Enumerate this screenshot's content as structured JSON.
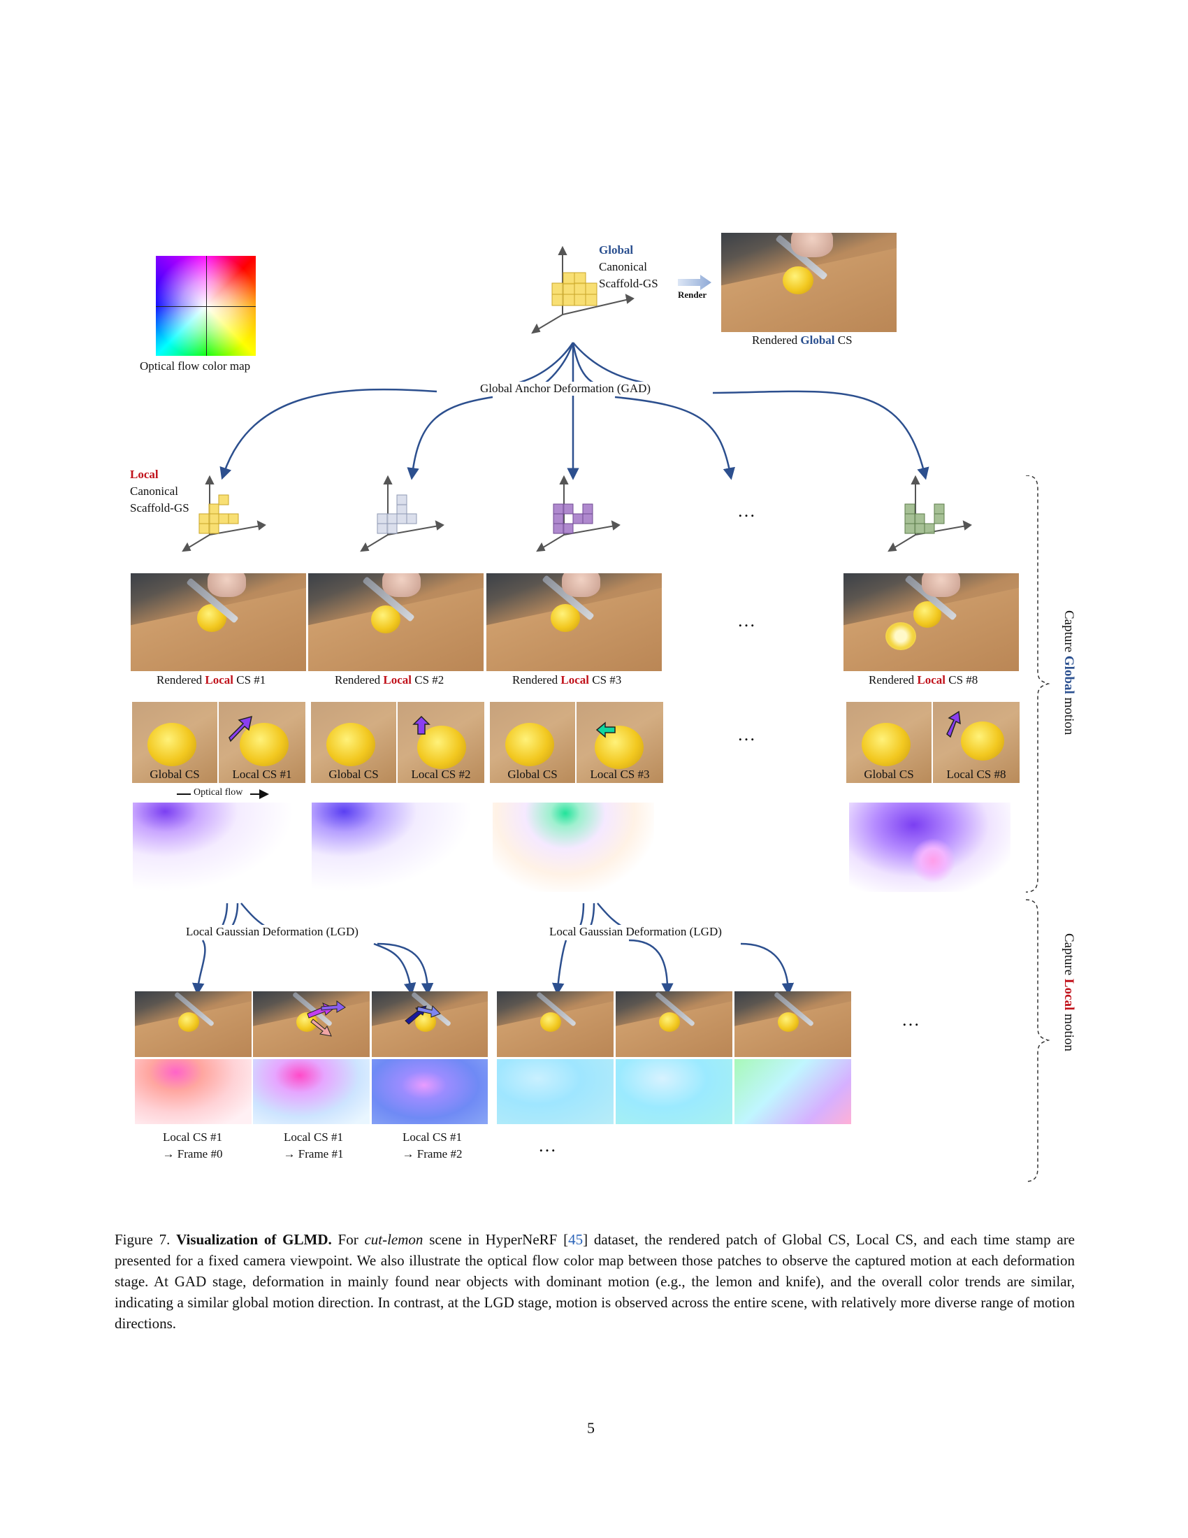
{
  "colormap_label": "Optical flow color map",
  "global_label": {
    "word": "Global",
    "line2": "Canonical",
    "line3": "Scaffold-GS"
  },
  "render_label": "Render",
  "rendered_global": {
    "prefix": "Rendered ",
    "word": "Global",
    "suffix": " CS"
  },
  "gad_label": "Global Anchor Deformation (GAD)",
  "local_label": {
    "word": "Local",
    "line2": "Canonical",
    "line3": "Scaffold-GS"
  },
  "ellipsis": "…",
  "rendered_local": [
    {
      "prefix": "Rendered ",
      "word": "Local",
      "suffix": " CS #1"
    },
    {
      "prefix": "Rendered ",
      "word": "Local",
      "suffix": " CS #2"
    },
    {
      "prefix": "Rendered ",
      "word": "Local",
      "suffix": " CS #3"
    },
    {
      "prefix": "Rendered ",
      "word": "Local",
      "suffix": " CS #8"
    }
  ],
  "zoom_pairs": [
    {
      "a": "Global CS",
      "b": "Local CS #1"
    },
    {
      "a": "Global CS",
      "b": "Local CS #2"
    },
    {
      "a": "Global CS",
      "b": "Local CS #3"
    },
    {
      "a": "Global CS",
      "b": "Local CS #8"
    }
  ],
  "optical_flow_label": "Optical flow",
  "lgd_label": "Local Gaussian Deformation (LGD)",
  "frame_labels": [
    {
      "l1": "Local CS #1",
      "l2": "→ Frame #0"
    },
    {
      "l1": "Local CS #1",
      "l2": "→ Frame #1"
    },
    {
      "l1": "Local CS #1",
      "l2": "→ Frame #2"
    }
  ],
  "side_global": {
    "prefix": "Capture ",
    "word": "Global",
    "suffix": " motion"
  },
  "side_local": {
    "prefix": "Capture ",
    "word": "Local",
    "suffix": " motion"
  },
  "caption": {
    "fig": "Figure 7.",
    "title": "Visualization of GLMD.",
    "t1": " For ",
    "scene": "cut-lemon",
    "t2": " scene in HyperNeRF [",
    "ref": "45",
    "t3": "] dataset, the rendered patch of Global CS, Local CS, and each time stamp are presented for a fixed camera viewpoint. We also illustrate the optical flow color map between those patches to observe the captured motion at each deformation stage. At GAD stage, deformation in mainly found near objects with dominant motion (e.g., the lemon and knife), and the overall color trends are similar, indicating a similar global motion direction. In contrast, at the LGD stage, motion is observed across the entire scene, with relatively more diverse range of motion directions."
  },
  "page_number": "5",
  "colors": {
    "global_blue": "#2a4f8f",
    "local_red": "#c0111a",
    "arrow_blue": "#2c4f8e"
  }
}
